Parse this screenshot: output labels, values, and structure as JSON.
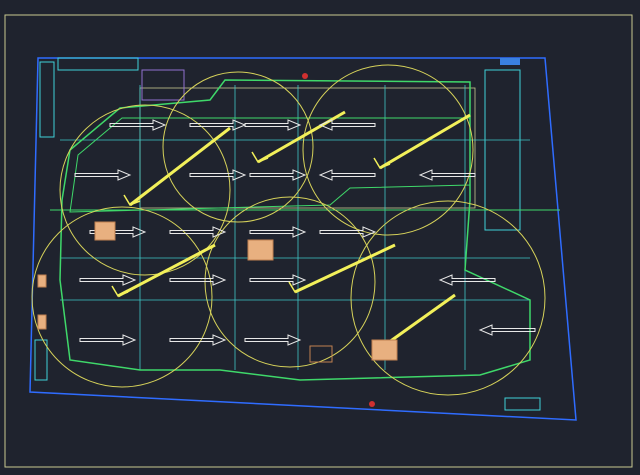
{
  "drawing": {
    "colors": {
      "background": "#1f232e",
      "frame": "#c8c890",
      "site_boundary": "#2f6cff",
      "coverage_circle": "#d6d25a",
      "fire_lane": "#3fd86a",
      "grid": "#3fc7c7",
      "smoke_path": "#f2f05a",
      "flow_arrow": "#e8e8e8",
      "equipment": "#e8b080",
      "parking": "#3fd0d8"
    },
    "flow_arrows": [
      {
        "dir": "right"
      },
      {
        "dir": "right"
      },
      {
        "dir": "right"
      },
      {
        "dir": "left"
      },
      {
        "dir": "right"
      },
      {
        "dir": "right"
      },
      {
        "dir": "right"
      },
      {
        "dir": "left"
      },
      {
        "dir": "left"
      },
      {
        "dir": "right"
      },
      {
        "dir": "right"
      },
      {
        "dir": "right"
      },
      {
        "dir": "right"
      },
      {
        "dir": "right"
      },
      {
        "dir": "right"
      },
      {
        "dir": "right"
      },
      {
        "dir": "left"
      },
      {
        "dir": "right"
      },
      {
        "dir": "right"
      },
      {
        "dir": "right"
      },
      {
        "dir": "left"
      }
    ]
  }
}
